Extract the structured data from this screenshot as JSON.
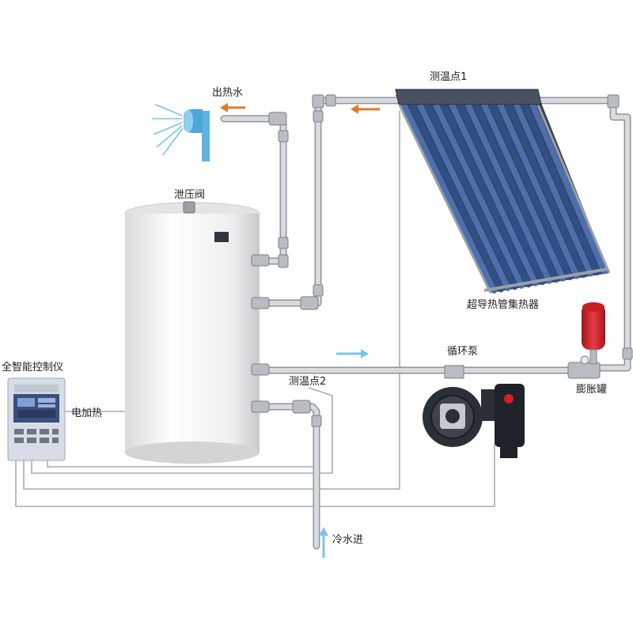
{
  "labels": {
    "hot_water_out": "出热水",
    "temp_point_1": "测温点1",
    "relief_valve": "泄压阀",
    "collector": "超导热管集热器",
    "controller": "全智能控制仪",
    "circulation_pump": "循环泵",
    "temp_point_2": "测温点2",
    "electric_heating": "电加热",
    "expansion_tank": "膨胀罐",
    "cold_water_in": "冷水进"
  },
  "colors": {
    "pipe": "#c9ccd0",
    "pipe_edge": "#8d9196",
    "tank": "#f3f3f3",
    "collector_tube": "#2d4f8c",
    "flow_arrow_hot": "#e07b2c",
    "flow_arrow_cold": "#7fc3e6",
    "expansion_tank": "#d6202a",
    "pump_body": "#2b2f36",
    "controller_screen": "#3a4f7a"
  },
  "icons": [
    "shower-icon",
    "pump-icon",
    "controller-icon",
    "expansion-tank-icon"
  ]
}
